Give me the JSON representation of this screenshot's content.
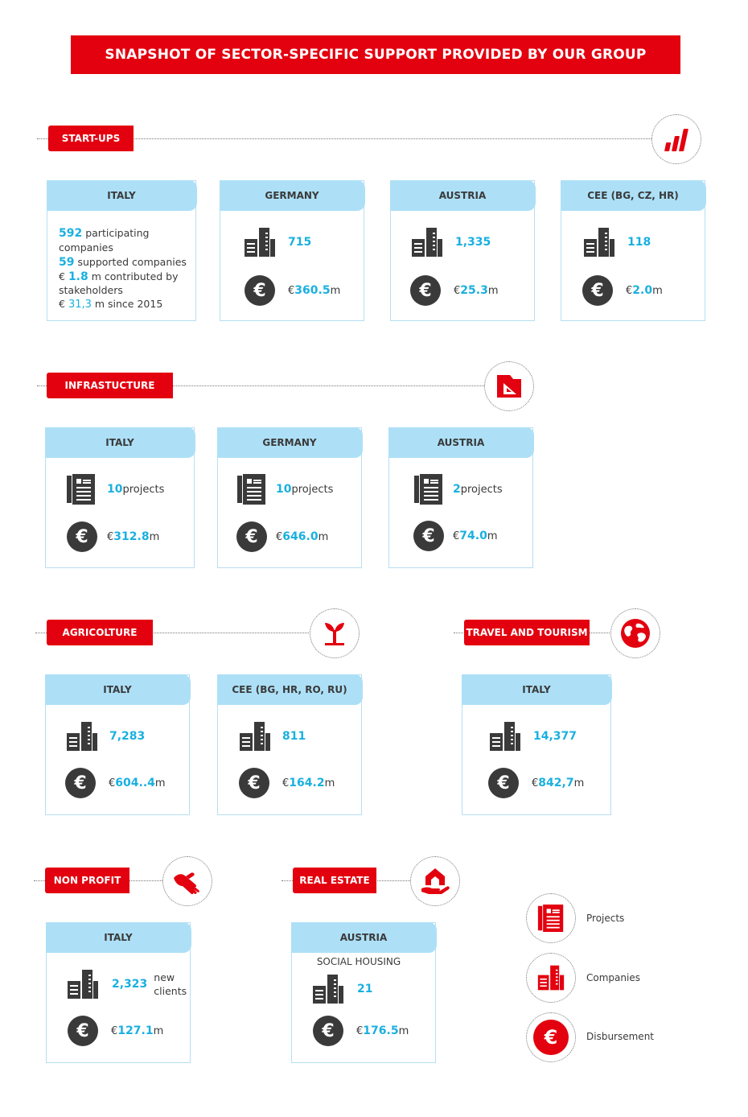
{
  "title": "SNAPSHOT OF SECTOR-SPECIFIC SUPPORT PROVIDED BY OUR GROUP",
  "startups": {
    "label": "START-UPS",
    "icon": "bar-chart-icon",
    "italy": {
      "header": "ITALY",
      "l1_num": "592",
      "l1_text": " participating companies",
      "l2_num": "59",
      "l2_text": " supported companies",
      "l3_pre": "€ ",
      "l3_num": "1.8",
      "l3_text": " m contributed by",
      "l4_text": "stakeholders",
      "l5_pre": "€ ",
      "l5_num": "31,3",
      "l5_text": " m since 2015"
    },
    "germany": {
      "header": "GERMANY",
      "companies": "715",
      "euro_pre": "€ ",
      "amount": "360.5",
      "unit": " m"
    },
    "austria": {
      "header": "AUSTRIA",
      "companies": "1,335",
      "euro_pre": "€ ",
      "amount": "25.3",
      "unit": " m"
    },
    "cee": {
      "header": "CEE (BG, CZ, HR)",
      "companies": "118",
      "euro_pre": "€ ",
      "amount": "2.0",
      "unit": " m"
    }
  },
  "infrastructure": {
    "label": "INFRASTUCTURE",
    "icon": "set-square-icon",
    "italy": {
      "header": "ITALY",
      "projects": "10",
      "projects_text": " projects",
      "euro_pre": "€ ",
      "amount": "312.8",
      "unit": " m"
    },
    "germany": {
      "header": "GERMANY",
      "projects": "10",
      "projects_text": " projects",
      "euro_pre": "€ ",
      "amount": "646.0",
      "unit": " m"
    },
    "austria": {
      "header": "AUSTRIA",
      "projects": "2",
      "projects_text": " projects",
      "euro_pre": "€ ",
      "amount": "74.0",
      "unit": " m"
    }
  },
  "agriculture": {
    "label": "AGRICOLTURE",
    "icon": "sprout-icon",
    "italy": {
      "header": "ITALY",
      "companies": "7,283",
      "euro_pre": "€ ",
      "amount": "604..4",
      "unit": " m"
    },
    "cee": {
      "header": "CEE (BG, HR, RO, RU)",
      "companies": "811",
      "euro_pre": "€ ",
      "amount": "164.2",
      "unit": " m"
    }
  },
  "tourism": {
    "label": "TRAVEL AND TOURISM",
    "icon": "globe-icon",
    "italy": {
      "header": "ITALY",
      "companies": "14,377",
      "euro_pre": "€ ",
      "amount": "842,7",
      "unit": " m"
    }
  },
  "nonprofit": {
    "label": "NON PROFIT",
    "icon": "helping-hand-icon",
    "italy": {
      "header": "ITALY",
      "companies": "2,323",
      "companies_text_1": "new",
      "companies_text_2": "clients",
      "euro_pre": "€ ",
      "amount": "127.1",
      "unit": " m"
    }
  },
  "realestate": {
    "label": "REAL ESTATE",
    "icon": "house-hand-icon",
    "austria": {
      "header": "AUSTRIA",
      "subtitle": "SOCIAL HOUSING",
      "companies": "21",
      "euro_pre": "€ ",
      "amount": "176.5",
      "unit": " m"
    }
  },
  "legend": {
    "projects": "Projects",
    "companies": "Companies",
    "disbursement": "Disbursement"
  },
  "colors": {
    "red": "#e3000f",
    "blue_value": "#1ab0e0",
    "card_header": "#ade0f7",
    "dark_icon": "#3a3a3a"
  }
}
